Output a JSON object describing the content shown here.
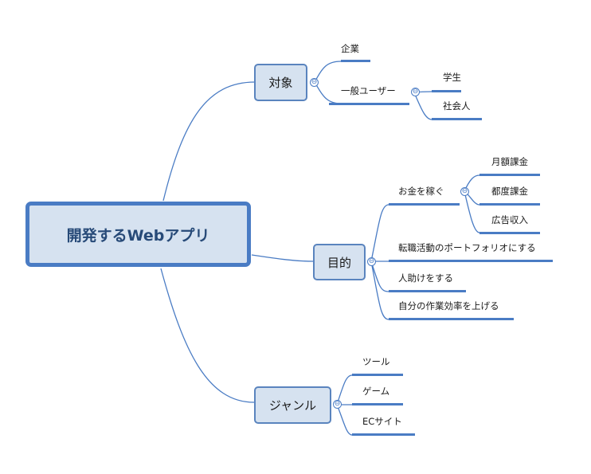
{
  "root": {
    "label": "開発するWebアプリ"
  },
  "branches": {
    "target": {
      "label": "対象",
      "children": {
        "company": "企業",
        "general_user": {
          "label": "一般ユーザー",
          "children": {
            "student": "学生",
            "worker": "社会人"
          }
        }
      }
    },
    "purpose": {
      "label": "目的",
      "children": {
        "earn": {
          "label": "お金を稼ぐ",
          "children": {
            "monthly": "月額課金",
            "per_use": "都度課金",
            "ads": "広告収入"
          }
        },
        "portfolio": "転職活動のポートフォリオにする",
        "help": "人助けをする",
        "efficiency": "自分の作業効率を上げる"
      }
    },
    "genre": {
      "label": "ジャンル",
      "children": {
        "tool": "ツール",
        "game": "ゲーム",
        "ec": "ECサイト"
      }
    }
  },
  "collapse_symbol": "⊖",
  "colors": {
    "line": "#4a7cc4",
    "node_fill": "#d6e2f0",
    "root_text": "#274a78"
  }
}
